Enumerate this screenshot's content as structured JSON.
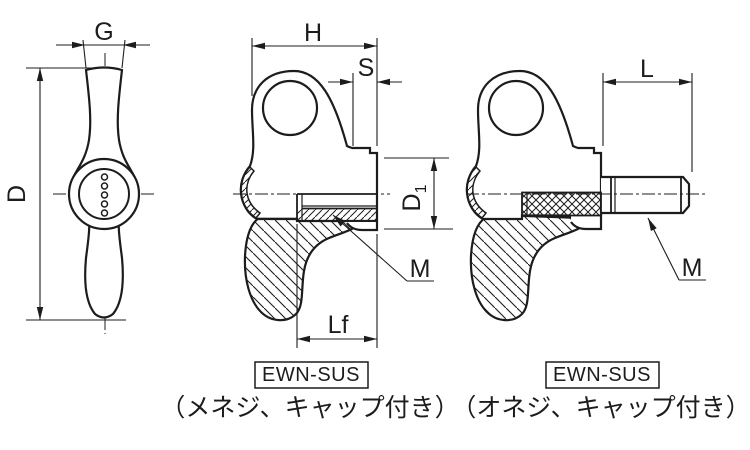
{
  "drawing": {
    "background": "#ffffff",
    "line_color": "#1c1c1c",
    "views": {
      "front": {
        "dim_wing_width": "G",
        "dim_outer_diameter": "D"
      },
      "section_female": {
        "dim_head_height": "H",
        "dim_boss_width": "S",
        "dim_hub_diameter_main": "D",
        "dim_hub_diameter_sub": "1",
        "dim_thread": "M",
        "dim_thread_depth": "Lf",
        "model_label": "EWN-SUS",
        "caption": "（メネジ、キャップ付き）"
      },
      "side_male": {
        "dim_thread_length": "L",
        "dim_thread": "M",
        "model_label": "EWN-SUS",
        "caption": "（オネジ、キャップ付き）"
      }
    }
  }
}
